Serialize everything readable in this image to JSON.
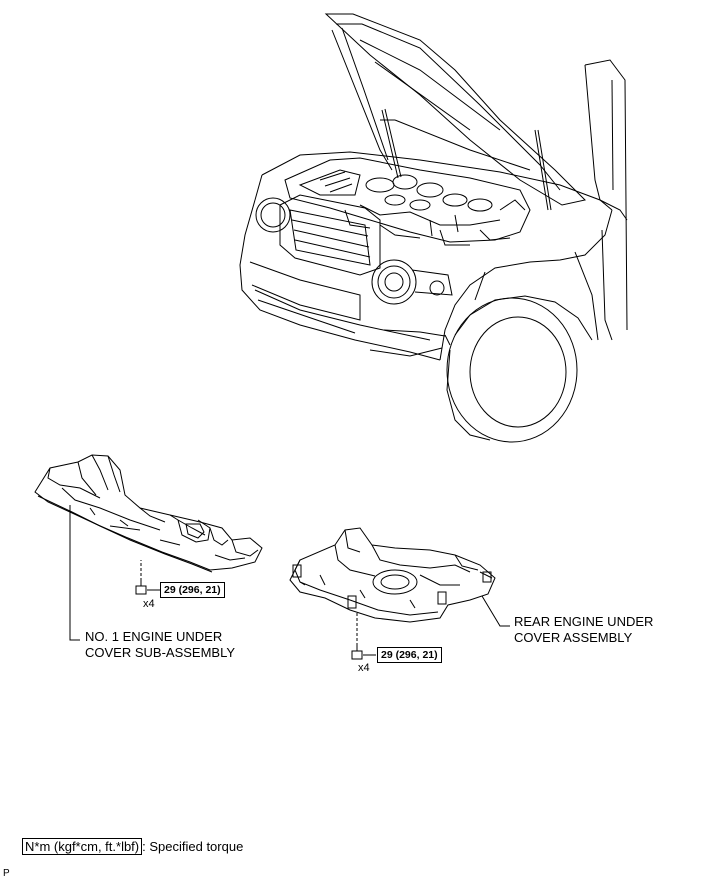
{
  "labels": {
    "no1_cover": [
      "NO. 1 ENGINE UNDER",
      "COVER SUB-ASSEMBLY"
    ],
    "rear_cover": [
      "REAR ENGINE UNDER",
      "COVER ASSEMBLY"
    ]
  },
  "torque": {
    "no1": "29 (296, 21)",
    "rear": "29 (296, 21)"
  },
  "quantity": {
    "no1": "x4",
    "rear": "x4"
  },
  "legend": {
    "unit_box": "N*m (kgf*cm, ft.*lbf)",
    "description": ": Specified torque"
  },
  "corner_code": "P"
}
